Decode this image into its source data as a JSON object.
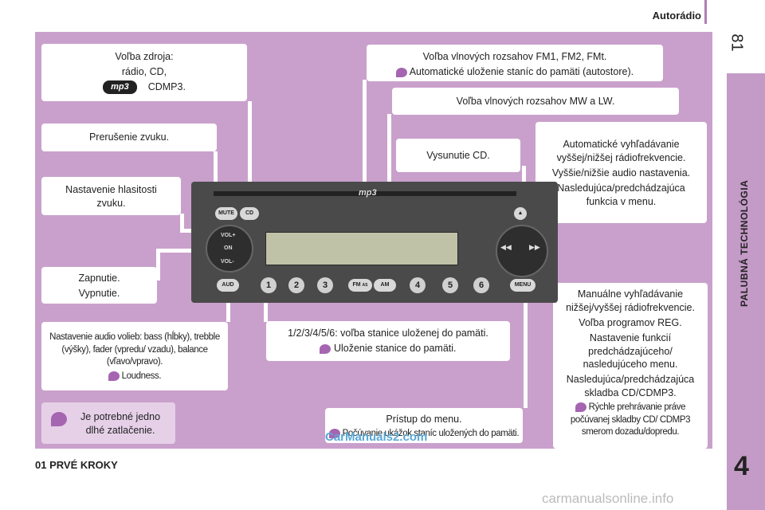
{
  "header": {
    "title": "Autorádio",
    "page_number": "81"
  },
  "side": {
    "label": "PALUBNÁ TECHNOLÓGIA",
    "chapter": "4"
  },
  "footer": {
    "section": "01 PRVÉ KROKY"
  },
  "watermarks": {
    "site1": "CarManuals2.com",
    "site2": "carmanualsonline.info"
  },
  "radio": {
    "mute": "MUTE",
    "cd": "CD",
    "vol_plus": "VOL+",
    "on": "ON",
    "vol_minus": "VOL-",
    "aud": "AUD",
    "fm": "FM",
    "as": "AS",
    "am": "AM",
    "menu": "MENU",
    "presets": [
      "1",
      "2",
      "3",
      "4",
      "5",
      "6"
    ]
  },
  "callouts": {
    "source": {
      "line1": "Voľba zdroja:",
      "line2": "rádio, CD,",
      "line3": "CDMP3.",
      "logo": "mp3"
    },
    "mute": "Prerušenie zvuku.",
    "volume": "Nastavenie hlasitosti zvuku.",
    "power": {
      "line1": "Zapnutie.",
      "line2": "Vypnutie."
    },
    "audio": {
      "line1": "Nastavenie audio volieb: bass (hĺbky), trebble (výšky), fader (vpredu/ vzadu), balance (vľavo/vpravo).",
      "line2": "Loudness."
    },
    "hold_note": "Je potrebné jedno dlhé zatlačenie.",
    "fm": {
      "line1": "Voľba vlnových rozsahov FM1, FM2, FMt.",
      "line2": "Automatické uloženie staníc do pamäti (autostore)."
    },
    "am": "Voľba vlnových rozsahov MW a LW.",
    "eject": "Vysunutie CD.",
    "auto_search": {
      "line1": "Automatické vyhľadávanie vyššej/nižšej rádiofrekvencie.",
      "line2": "Vyššie/nižšie audio nastavenia.",
      "line3": "Nasledujúca/predchádzajúca funkcia v menu."
    },
    "presets": {
      "line1": "1/2/3/4/5/6: voľba stanice uloženej do pamäti.",
      "line2": "Uloženie stanice do pamäti."
    },
    "manual_search": {
      "line1": "Manuálne vyhľadávanie nižšej/vyššej rádiofrekvencie.",
      "line2": "Voľba programov REG.",
      "line3": "Nastavenie funkcií predchádzajúceho/ nasledujúceho menu.",
      "line4": "Nasledujúca/predchádzajúca skladba CD/CDMP3.",
      "line5": "Rýchle prehrávanie práve počúvanej skladby CD/ CDMP3 smerom dozadu/dopredu."
    },
    "menu": {
      "line1": "Prístup do menu.",
      "line2": "Počúvanie ukážok staníc uložených do pamäti."
    }
  },
  "colors": {
    "panel": "#c9a0cc",
    "tab": "#c49ac7",
    "radio_body": "#4a4a4a",
    "display": "#bfc2a6"
  }
}
